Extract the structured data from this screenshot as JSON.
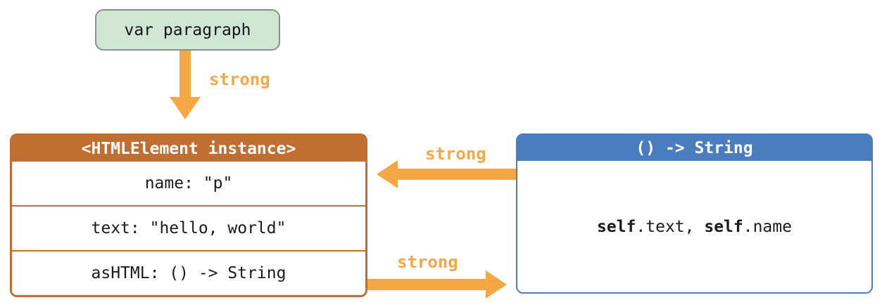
{
  "diagram": {
    "variable_box": {
      "label": "var paragraph"
    },
    "instance_box": {
      "title": "<HTMLElement instance>",
      "rows": [
        "name: \"p\"",
        "text: \"hello, world\"",
        "asHTML: () -> String"
      ]
    },
    "closure_box": {
      "title": "() -> String",
      "body_parts": [
        {
          "text": "self",
          "bold": true
        },
        {
          "text": ".text, ",
          "bold": false
        },
        {
          "text": "self",
          "bold": true
        },
        {
          "text": ".name",
          "bold": false
        }
      ]
    },
    "arrows": [
      {
        "id": "variable-to-instance",
        "direction": "down",
        "label": "strong"
      },
      {
        "id": "closure-to-instance",
        "direction": "left",
        "label": "strong"
      },
      {
        "id": "instance-to-closure",
        "direction": "right",
        "label": "strong"
      }
    ],
    "colors": {
      "instance_header": "#c16e32",
      "closure_header": "#4a7dbe",
      "arrow": "#f4a742",
      "strong_label": "#f5a843",
      "variable_fill": "#cfe6d3",
      "variable_border": "#8a908a"
    }
  }
}
